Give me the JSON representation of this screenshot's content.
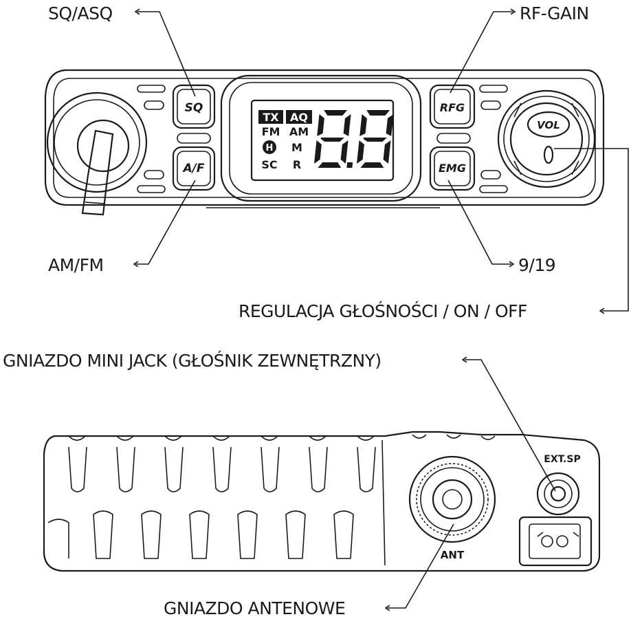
{
  "callouts": {
    "sq_asq": "SQ/ASQ",
    "rf_gain": "RF-GAIN",
    "am_fm": "AM/FM",
    "ch_9_19": "9/19",
    "volume": "REGULACJA GŁOŚNOŚCI / ON / OFF",
    "mini_jack": "GNIAZDO MINI JACK (GŁOŚNIK ZEWNĘTRZNY)",
    "antenna_socket": "GNIAZDO ANTENOWE"
  },
  "front_panel": {
    "buttons": {
      "sq": "SQ",
      "af": "A/F",
      "rfg": "RFG",
      "emg": "EMG"
    },
    "knob_label": "VOL",
    "display": {
      "tx": "TX",
      "aq": "AQ",
      "fm": "FM",
      "am": "AM",
      "h": "H",
      "m": "M",
      "sc": "SC",
      "r": "R",
      "digits": "8.8"
    }
  },
  "rear_panel": {
    "ext_sp": "EXT.SP",
    "ant": "ANT"
  }
}
